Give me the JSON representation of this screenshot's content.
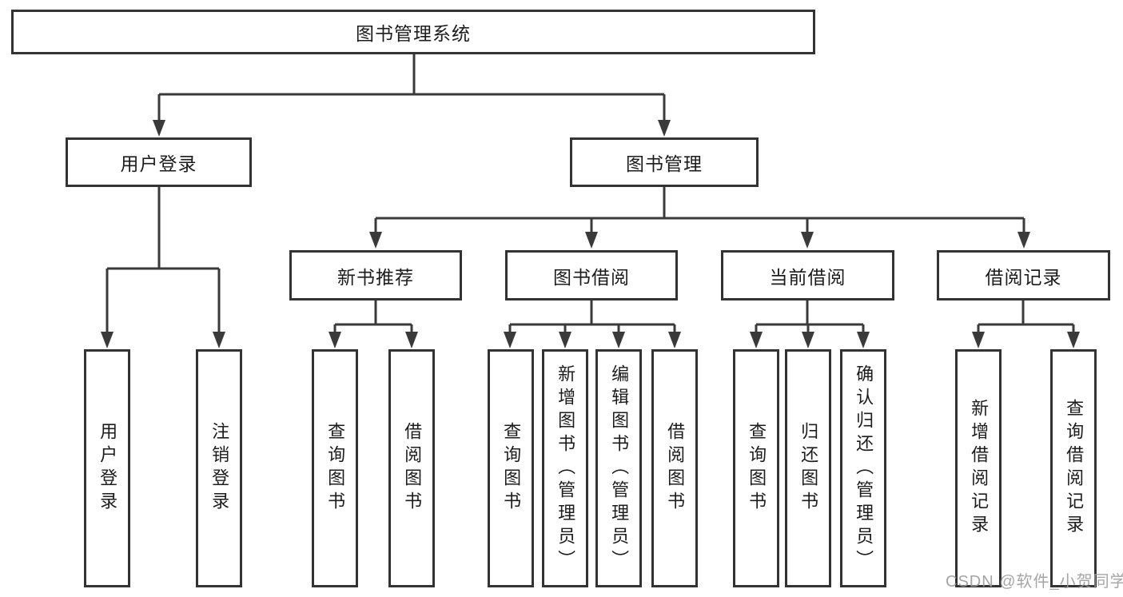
{
  "diagram": {
    "title": "图书管理系统",
    "root": {
      "label": "图书管理系统"
    },
    "level2": [
      {
        "label": "用户登录"
      },
      {
        "label": "图书管理"
      }
    ],
    "level3": [
      {
        "label": "新书推荐"
      },
      {
        "label": "图书借阅"
      },
      {
        "label": "当前借阅"
      },
      {
        "label": "借阅记录"
      }
    ],
    "leaves": {
      "user_login_children": [
        {
          "label": "用户登录"
        },
        {
          "label": "注销登录"
        }
      ],
      "new_book_children": [
        {
          "label": "查询图书"
        },
        {
          "label": "借阅图书"
        }
      ],
      "book_borrow_children": [
        {
          "label": "查询图书"
        },
        {
          "label": "新增图书（管理员）"
        },
        {
          "label": "编辑图书（管理员）"
        },
        {
          "label": "借阅图书"
        }
      ],
      "current_borrow_children": [
        {
          "label": "查询图书"
        },
        {
          "label": "归还图书"
        },
        {
          "label": "确认归还（管理员）"
        }
      ],
      "borrow_record_children": [
        {
          "label": "新增借阅记录"
        },
        {
          "label": "查询借阅记录"
        }
      ]
    }
  },
  "watermark": {
    "text": "CSDN @软件_小贺同学",
    "color": "#9b9b9b"
  },
  "colors": {
    "background": "#ffffff",
    "box_border": "#333333",
    "connector_line": "#3a3a3a",
    "text": "#1c1c1c"
  }
}
